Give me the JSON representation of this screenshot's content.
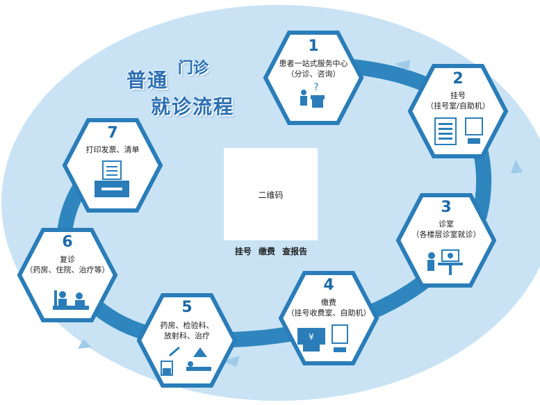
{
  "title": {
    "line1": "普通",
    "men": "门诊",
    "line2": "就诊流程"
  },
  "steps": [
    {
      "num": "1",
      "lines": [
        "患者一站式服务中心",
        "（分诊、咨询）"
      ]
    },
    {
      "num": "2",
      "lines": [
        "挂号",
        "（挂号室/自助机）"
      ]
    },
    {
      "num": "3",
      "lines": [
        "诊室",
        "（各楼层诊室就诊）"
      ]
    },
    {
      "num": "4",
      "lines": [
        "缴费",
        "（挂号收费室、自助机）"
      ]
    },
    {
      "num": "5",
      "lines": [
        "药房、检验科、",
        "放射科、治疗"
      ]
    },
    {
      "num": "6",
      "lines": [
        "复诊",
        "（药房、住院、治疗等）"
      ]
    },
    {
      "num": "7",
      "lines": [
        "打印发票、清单"
      ]
    }
  ],
  "qr": {
    "label": "二维码",
    "caption": "挂号  缴费  查报告"
  },
  "icons": {
    "step1": "service-desk-icon",
    "step2": "registration-form-icon",
    "step3": "doctor-consult-icon",
    "step4": "payment-icon",
    "step5": "lab-test-icon",
    "step6": "revisit-care-icon",
    "step7": "printer-icon"
  },
  "colors": {
    "ellipse": "#c9e3f5",
    "ring": "#2f86be",
    "hexBorder": "#2a7db8",
    "accent": "#1c6aa8",
    "title": "#2b6fb3"
  }
}
